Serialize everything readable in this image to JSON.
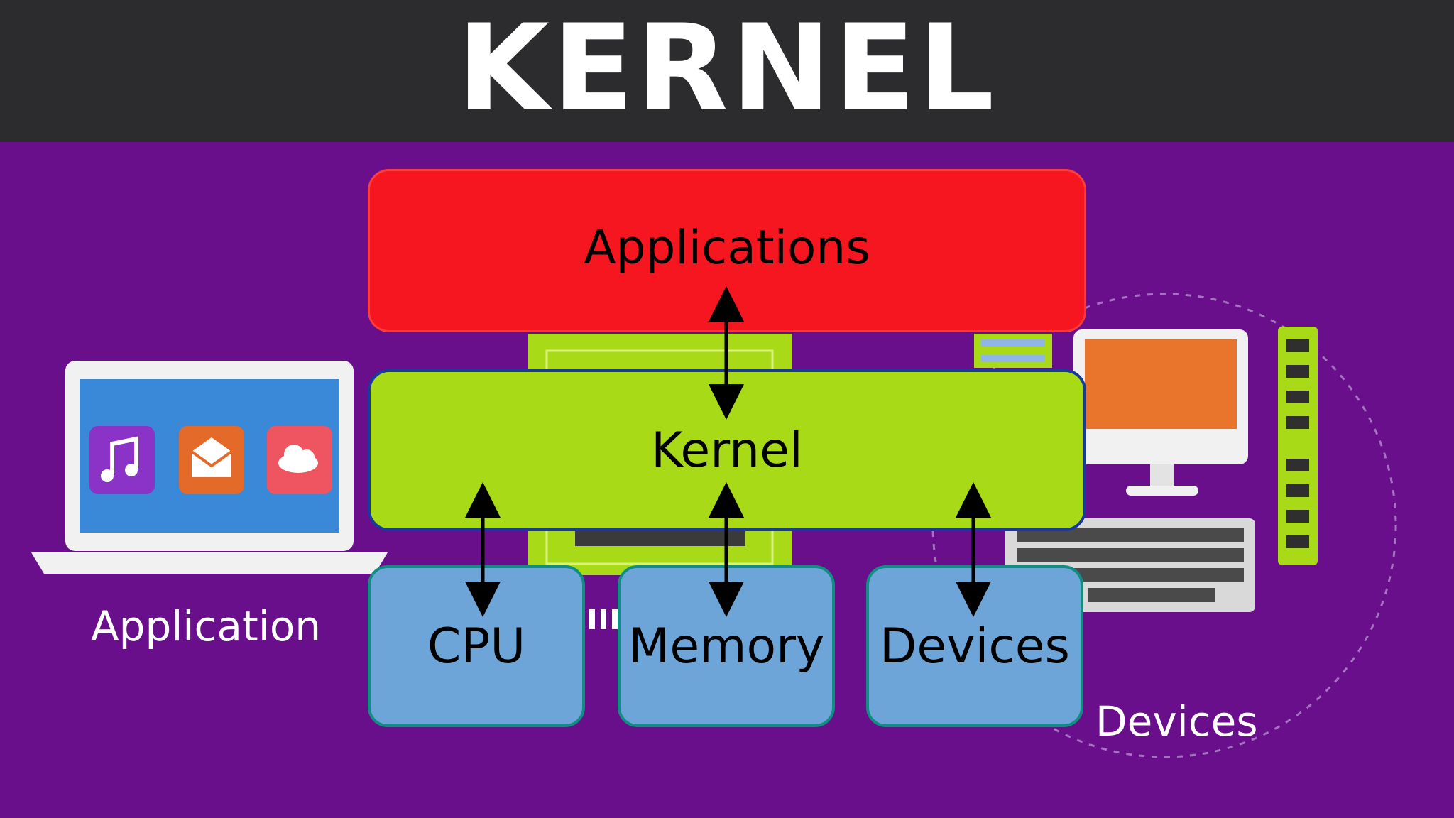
{
  "header": {
    "title": "KERNEL"
  },
  "diagram": {
    "layers": {
      "applications": "Applications",
      "kernel": "Kernel",
      "cpu": "CPU",
      "memory": "Memory",
      "devices": "Devices"
    },
    "side_labels": {
      "application": "Application",
      "devices": "Devices"
    }
  },
  "icons": {
    "laptop": "laptop-icon",
    "music": "music-note-icon",
    "mail": "mail-icon",
    "cloud": "cloud-icon",
    "monitor": "desktop-monitor-icon",
    "keyboard": "keyboard-icon",
    "ram": "ram-module-icon",
    "chip": "circuit-board-icon"
  },
  "colors": {
    "background": "#6a0d8a",
    "header": "#2c2b2d",
    "applications": "#f5161f",
    "kernel": "#a9da17",
    "hardware": "#6ea5d8"
  }
}
